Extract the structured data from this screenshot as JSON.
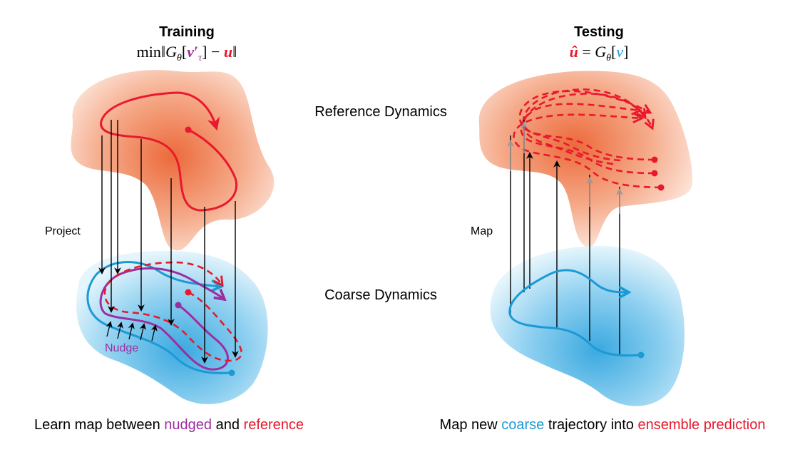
{
  "left": {
    "title": "Training",
    "formula": {
      "min": "min",
      "norm": "‖",
      "G": "G",
      "theta": "θ",
      "v": "v",
      "prime": "′",
      "tau": "τ",
      "minus": " − ",
      "u": "u"
    },
    "project_label": "Project",
    "nudge_label": "Nudge",
    "caption": {
      "part1": "Learn map between ",
      "highlight1": "nudged",
      "part2": " and ",
      "highlight2": "reference"
    }
  },
  "right": {
    "title": "Testing",
    "formula": {
      "u_hat": "û",
      "equals": " = ",
      "G": "G",
      "theta": "θ",
      "v": "v"
    },
    "map_label": "Map",
    "caption": {
      "part1": "Map new ",
      "highlight1": "coarse",
      "part2": " trajectory into ",
      "highlight2": "ensemble prediction"
    }
  },
  "center": {
    "reference_label": "Reference Dynamics",
    "coarse_label": "Coarse Dynamics"
  },
  "colors": {
    "red": "#e8192c",
    "purple": "#9b2fa0",
    "blue": "#1b9ad6",
    "reference_fill": "#f0926a",
    "coarse_fill": "#4fb3e6"
  }
}
